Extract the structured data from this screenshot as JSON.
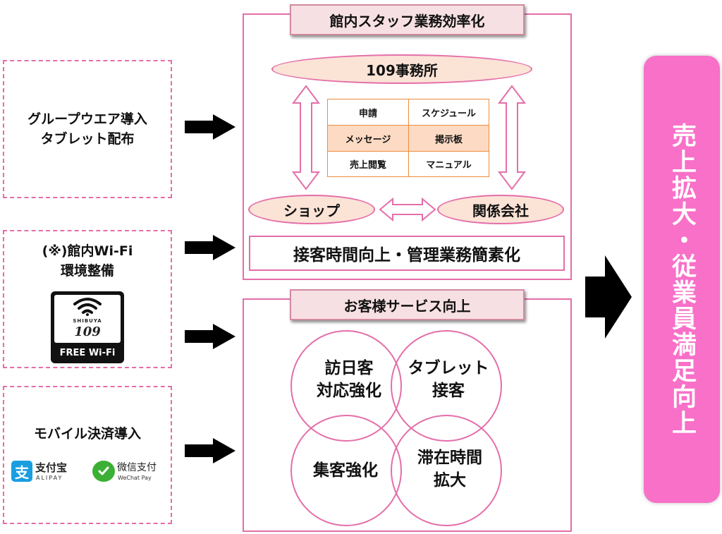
{
  "left": {
    "groupware": {
      "title": "グループウエア導入\nタブレット配布"
    },
    "wifi": {
      "title": "(※)館内Wi-Fi\n環境整備",
      "badge": {
        "small": "SHIBUYA",
        "number": "109",
        "label": "FREE Wi-Fi"
      }
    },
    "payment": {
      "title": "モバイル決済導入",
      "alipay": {
        "label": "支付宝",
        "sub": "ALIPAY",
        "icon": "alipay-logo",
        "color": "#1a9ee0"
      },
      "wechat": {
        "label": "微信支付",
        "sub": "WeChat Pay",
        "icon": "wechat-pay-logo",
        "color": "#3cb035"
      }
    }
  },
  "staff_panel": {
    "title": "館内スタッフ業務効率化",
    "office": "109事務所",
    "grid": [
      [
        "申請",
        "スケジュール"
      ],
      [
        "メッセージ",
        "掲示板"
      ],
      [
        "売上閲覧",
        "マニュアル"
      ]
    ],
    "shop": "ショップ",
    "affiliate": "関係会社",
    "banner": "接客時間向上・管理業務簡素化"
  },
  "service_panel": {
    "title": "お客様サービス向上",
    "circles": [
      "訪日客\n対応強化",
      "タブレット\n接客",
      "集客強化",
      "滞在時間\n拡大"
    ]
  },
  "result": {
    "text": "売上拡大・従業員満足向上"
  },
  "colors": {
    "accent_pink": "#e46ea9",
    "result_pink": "#f870c8",
    "tab_bg": "#f7e0e3",
    "ellipse_bg": "#fbe3d6",
    "grid_border": "#f08c3c",
    "grid_alt": "#fcdac3"
  }
}
